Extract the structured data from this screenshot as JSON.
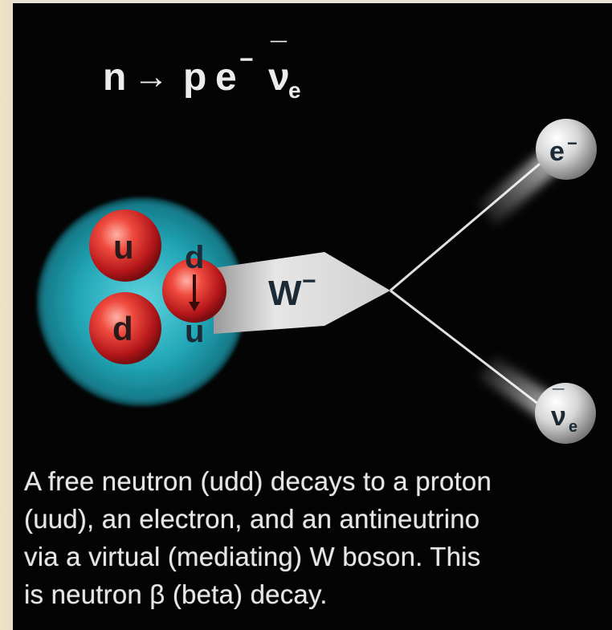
{
  "formula": {
    "n": "n",
    "arrow": "→",
    "p": "p",
    "e": "e",
    "e_charge": "−",
    "nu": "ν",
    "nu_bar": "¯",
    "nu_sub": "e"
  },
  "neutron": {
    "quark_u": "u",
    "quark_d_lower": "d",
    "quark_transition_from": "d",
    "quark_transition_to": "u"
  },
  "boson": {
    "label": "W",
    "charge": "−"
  },
  "particles": {
    "electron_label": "e",
    "electron_charge": "−",
    "antineutrino_label": "ν",
    "antineutrino_bar": "¯",
    "antineutrino_sub": "e"
  },
  "caption": {
    "line1": "A free neutron (udd) decays to a proton",
    "line2": "(uud), an electron, and an antineutrino",
    "line3": "via a virtual (mediating) W boson. This",
    "line4": "is neutron β (beta) decay."
  },
  "colors": {
    "background": "#040404",
    "frame": "#e9e6d6",
    "neutron_cloud": "#1fa9b8",
    "quark": "#d62a2a",
    "boson_band": "#d9d9d9",
    "lepton_sphere": "#cfcfcf"
  }
}
